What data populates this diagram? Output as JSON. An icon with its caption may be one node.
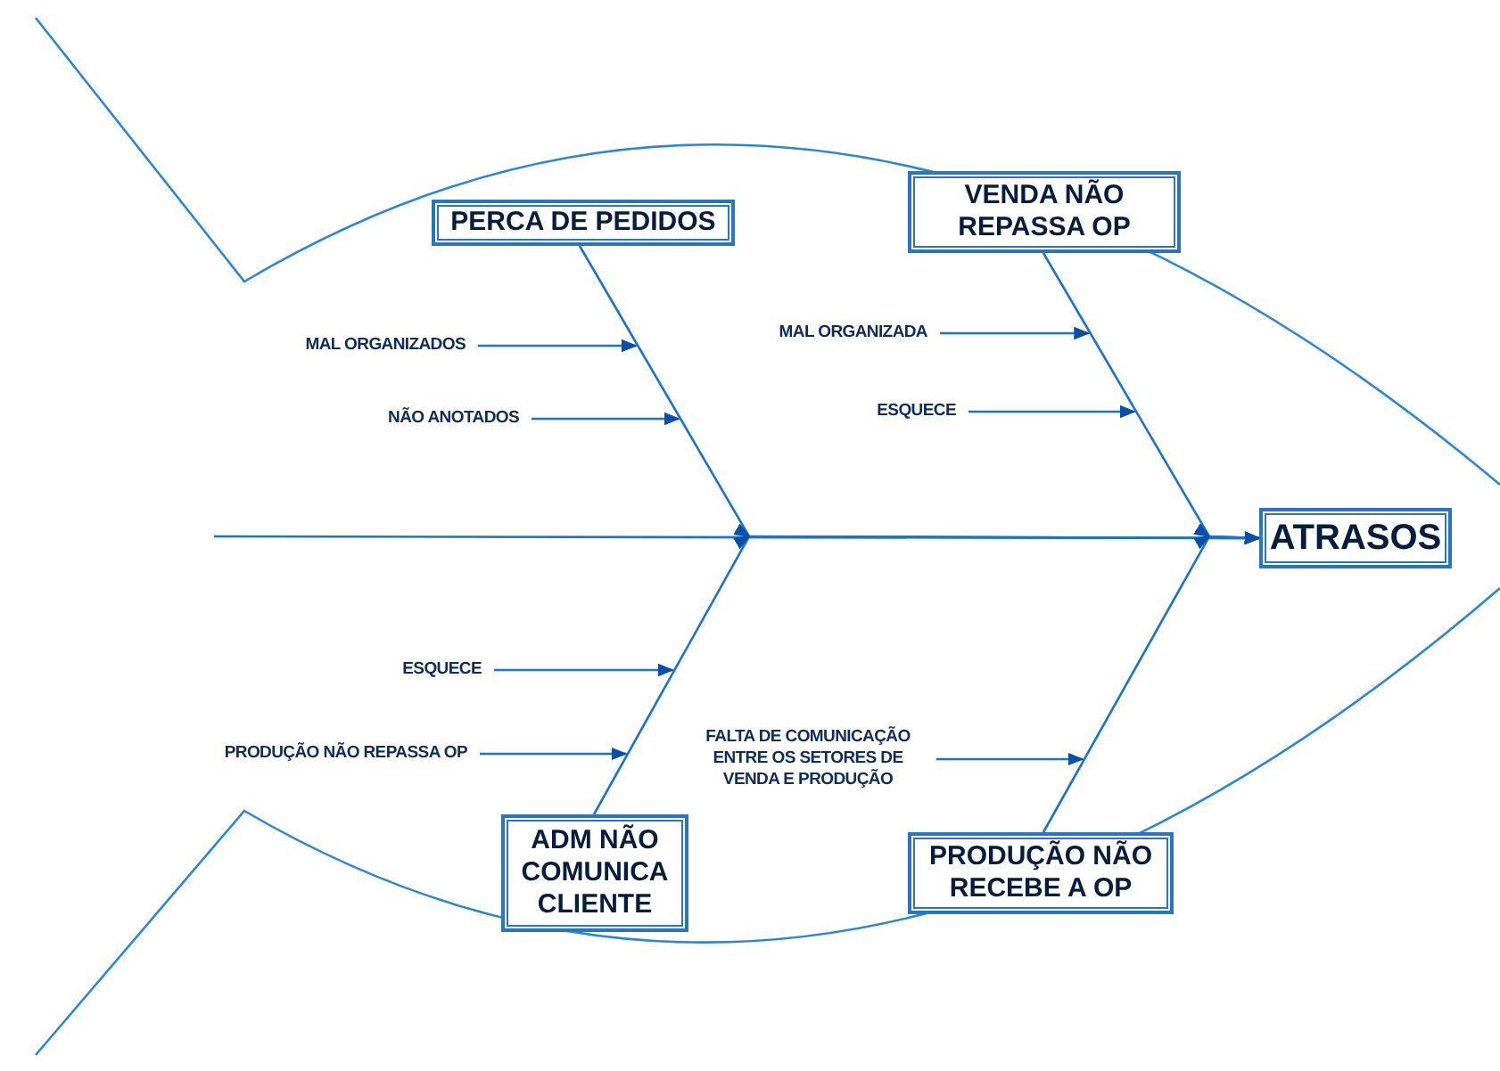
{
  "diagram": {
    "nodes": [
      {
        "text": [
          "PERCA DE PEDIDOS"
        ]
      },
      {
        "text": [
          "VENDA NÃO REPASSA OP"
        ]
      },
      {
        "text": [
          "ATRASOS"
        ]
      },
      {
        "text": [
          "ADM NÃO COMUNICA CLIENTE"
        ]
      },
      {
        "text": [
          "PRODUÇÃO NÃO RECEBE A OP"
        ]
      },
      {
        "text": [
          "MAL ORGANIZADOS"
        ]
      },
      {
        "text": [
          "NÃO ANOTADOS"
        ]
      },
      {
        "text": [
          "MAL ORGANIZADA"
        ]
      },
      {
        "text": [
          "ESQUECE"
        ]
      },
      {
        "text": [
          "ESQUECE"
        ]
      },
      {
        "text": [
          "PRODUÇÃO NÃO REPASSA OP"
        ]
      },
      {
        "text": [
          "FALTA DE COMUNICAÇÃO ENTRE OS SETORES DE VENDA E PRODUÇÃO"
        ]
      }
    ],
    "edges": [
      {
        "from": null,
        "to": 2,
        "arrow": "to"
      },
      {
        "from": 0,
        "to": 2,
        "arrow": "to"
      },
      {
        "from": 1,
        "to": 2,
        "arrow": "to"
      },
      {
        "from": 3,
        "to": 2,
        "arrow": "to"
      },
      {
        "from": 4,
        "to": 2,
        "arrow": "to"
      },
      {
        "from": 5,
        "to": null,
        "arrow": "to"
      },
      {
        "from": 6,
        "to": null,
        "arrow": "to"
      },
      {
        "from": 7,
        "to": null,
        "arrow": "to"
      },
      {
        "from": 8,
        "to": null,
        "arrow": "to"
      },
      {
        "from": 9,
        "to": null,
        "arrow": "to"
      },
      {
        "from": 10,
        "to": null,
        "arrow": "to"
      },
      {
        "from": 11,
        "to": null,
        "arrow": "to"
      }
    ]
  }
}
